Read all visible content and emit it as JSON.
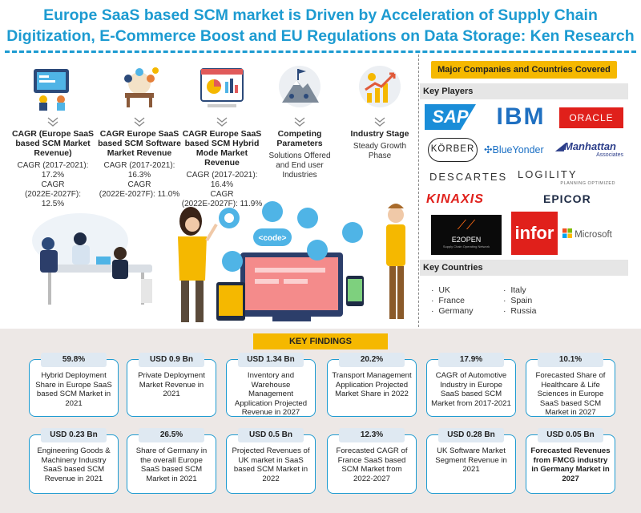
{
  "header": {
    "title_line1": "Europe SaaS based SCM market is Driven by Acceleration of Supply Chain",
    "title_line2": "Digitization, E-Commerce Boost and EU Regulations on Data Storage: Ken Research"
  },
  "stats": [
    {
      "head": "CAGR (Europe SaaS based SCM Market Revenue)",
      "lines": [
        "CAGR (2017-2021):",
        "17.2%",
        "CAGR",
        "(2022E-2027F):",
        "12.5%"
      ]
    },
    {
      "head": "CAGR Europe SaaS based SCM Software Market Revenue",
      "lines": [
        "CAGR (2017-2021):",
        "16.3%",
        "CAGR",
        "(2022E-2027F): 11.0%"
      ]
    },
    {
      "head": "CAGR Europe SaaS based SCM Hybrid Mode Market Revenue",
      "lines": [
        "CAGR (2017-2021):",
        "16.4%",
        "CAGR",
        "(2022E-2027F): 11.9%"
      ]
    },
    {
      "head": "Competing Parameters",
      "lines": [
        "Solutions Offered",
        "and End user",
        "Industries"
      ]
    },
    {
      "head": "Industry Stage",
      "lines": [
        "Steady Growth",
        "Phase"
      ]
    }
  ],
  "illustration": {
    "code_label": "<code>"
  },
  "right_panel": {
    "button": "Major Companies and Countries Covered",
    "key_players_label": "Key Players",
    "key_countries_label": "Key Countries",
    "logos": {
      "sap": "SAP",
      "ibm": "IBM",
      "oracle": "ORACLE",
      "korber": "KÖRBER",
      "blueyonder": "BlueYonder",
      "manhattan": "Manhattan",
      "manhattan_sub": "Associates",
      "descartes": "DESCARTES",
      "logility": "LOGILITY",
      "logility_sub": "PLANNING OPTIMIZED",
      "kinaxis": "KINAXIS",
      "epicor": "EPICOR",
      "e2open": "E2OPEN",
      "e2open_sub": "Supply Chain Operating Network",
      "infor": "infor",
      "microsoft": "Microsoft"
    },
    "countries_col1": [
      "UK",
      "France",
      "Germany"
    ],
    "countries_col2": [
      "Italy",
      "Spain",
      "Russia"
    ]
  },
  "key_findings": {
    "title": "KEY FINDINGS",
    "row1": [
      {
        "tag": "59.8%",
        "text": "Hybrid Deployment Share in Europe SaaS based SCM Market in 2021"
      },
      {
        "tag": "USD 0.9 Bn",
        "text": "Private Deployment Market Revenue in 2021"
      },
      {
        "tag": "USD 1.34 Bn",
        "text": "Inventory and Warehouse Management Application Projected Revenue in 2027"
      },
      {
        "tag": "20.2%",
        "text": "Transport Management Application Projected Market Share in 2022"
      },
      {
        "tag": "17.9%",
        "text": "CAGR of Automotive Industry in Europe SaaS based SCM Market from 2017-2021"
      },
      {
        "tag": "10.1%",
        "text": "Forecasted Share of Healthcare & Life Sciences in Europe SaaS based SCM Market in 2027"
      }
    ],
    "row2": [
      {
        "tag": "USD 0.23 Bn",
        "text": "Engineering Goods & Machinery Industry SaaS based SCM Revenue in 2021"
      },
      {
        "tag": "26.5%",
        "text": "Share of Germany in the overall Europe SaaS based SCM Market in 2021"
      },
      {
        "tag": "USD 0.5 Bn",
        "text": "Projected Revenues of UK market in SaaS based SCM Market in 2022"
      },
      {
        "tag": "12.3%",
        "text": "Forecasted CAGR of France SaaS based SCM Market from 2022-2027"
      },
      {
        "tag": "USD 0.28 Bn",
        "text": "UK Software Market Segment Revenue in 2021"
      },
      {
        "tag": "USD 0.05 Bn",
        "text": "Forecasted Revenues from FMCG industry in Germany Market in 2027"
      }
    ]
  }
}
